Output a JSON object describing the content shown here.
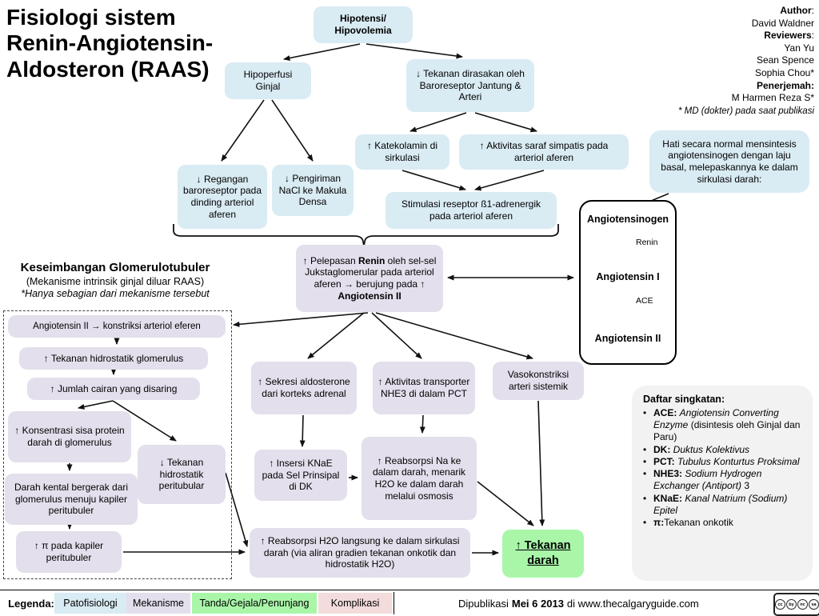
{
  "title": "Fisiologi sistem\nRenin-Angiotensin-\nAldosteron (RAAS)",
  "credits": {
    "lines": [
      {
        "b": "Author",
        "n": ":"
      },
      {
        "n": "David Waldner"
      },
      {
        "b": "Reviewers",
        "n": ":"
      },
      {
        "n": "Yan Yu"
      },
      {
        "n": "Sean Spence"
      },
      {
        "n": "Sophia Chou*"
      },
      {
        "b": "Penerjemah:"
      },
      {
        "n": "M Harmen Reza S*"
      },
      {
        "i": "* MD (dokter) pada saat publikasi"
      }
    ]
  },
  "flow": {
    "hipotensi": "Hipotensi/\nHipovolemia",
    "hipoperfusi": "Hipoperfusi\nGinjal",
    "tekanan_dirasakan": "↓ Tekanan dirasakan oleh Baroreseptor Jantung & Arteri",
    "katekolamin": "↑ Katekolamin di sirkulasi",
    "aktivitas_saraf": "↑ Aktivitas saraf simpatis pada arteriol aferen",
    "regangan": "↓ Regangan baroreseptor pada dinding arteriol aferen",
    "pengiriman": "↓ Pengiriman NaCl ke Makula Densa",
    "stimulasi": "Stimulasi reseptor ß1-adrenergik pada arteriol aferen",
    "hati_note": "Hati secara normal mensintesis angiotensinogen dengan laju basal, melepaskannya ke dalam sirkulasi darah:",
    "pelepasan": {
      "r1": "↑ Pelepasan ",
      "r2": "Renin",
      "r3": " oleh sel-sel Jukstaglomerular pada arteriol aferen → berujung pada ",
      "r4": "↑ Angiotensin II"
    },
    "cascade": {
      "angiotensinogen": "Angiotensinogen",
      "renin_label": "Renin",
      "angiotensin1": "Angiotensin I",
      "ace_label": "ACE",
      "angiotensin2": "Angiotensin II"
    },
    "sekresi": "↑ Sekresi aldosterone dari korteks adrenal",
    "nhe3": "↑ Aktivitas transporter NHE3 di dalam PCT",
    "vasokonstriksi": "Vasokonstriksi arteri sistemik",
    "insersi": "↑ Insersi KNaE pada Sel Prinsipal di DK",
    "reabsorpsi_na": "↑ Reabsorpsi Na ke dalam darah, menarik H2O ke dalam darah melalui osmosis",
    "reabsorpsi_h2o": "↑ Reabsorpsi H2O langsung ke dalam sirkulasi darah (via aliran gradien tekanan onkotik dan hidrostatik H2O)",
    "tekanan_darah": "↑ Tekanan darah"
  },
  "glomerulotubular": {
    "heading": "Keseimbangan Glomerulotubuler",
    "subheading": "(Mekanisme intrinsik ginjal diluar RAAS)",
    "note": "*Hanya sebagian dari mekanisme tersebut",
    "ang2_konstriksi": "Angiotensin II → konstriksi arteriol eferen",
    "tek_hidro_glom": "↑ Tekanan hidrostatik glomerulus",
    "jumlah_cairan": "↑ Jumlah cairan yang disaring",
    "konsentrasi": "↑ Konsentrasi sisa protein darah di glomerulus",
    "tek_hidro_peri": "↓ Tekanan hidrostatik peritubular",
    "darah_kental": "Darah kental bergerak dari glomerulus menuju kapiler peritubuler",
    "pi_kapiler": "↑ π pada kapiler peritubuler"
  },
  "abbreviations": {
    "heading": "Daftar singkatan:",
    "bullet": "•",
    "items": [
      {
        "term": "ACE: ",
        "it": "Angiotensin Converting Enzyme",
        "rest": " (disintesis oleh Ginjal dan Paru)"
      },
      {
        "term": "DK: ",
        "it": "Duktus Kolektivus",
        "rest": ""
      },
      {
        "term": "PCT: ",
        "it": "Tubulus Konturtus Proksimal",
        "rest": ""
      },
      {
        "term": "NHE3: ",
        "it": "Sodium Hydrogen Exchanger (Antiport)",
        "rest": " 3"
      },
      {
        "term": "KNaE: ",
        "it": "Kanal Natrium (Sodium) Epitel",
        "rest": ""
      },
      {
        "term": "π:",
        "it": "",
        "rest": "Tekanan onkotik"
      }
    ]
  },
  "legend": {
    "label": "Legenda:",
    "items": [
      {
        "label": "Patofisiologi",
        "color": "#d9ebf3"
      },
      {
        "label": "Mekanisme",
        "color": "#e4dfec"
      },
      {
        "label": "Tanda/Gejala/Penunjang",
        "color": "#a9f6a9"
      },
      {
        "label": "Komplikasi",
        "color": "#f3dcdb"
      }
    ],
    "published_prefix": "Dipublikasi",
    "published_date": "Mei 6 2013",
    "published_suffix": "di www.thecalgaryguide.com",
    "cc_letters": [
      "cc",
      "by",
      "nc",
      "sa"
    ]
  },
  "colors": {
    "patho": "#d9ebf3",
    "mech": "#e4dfec",
    "sign": "#a9f6a9",
    "comp": "#f3dcdb",
    "panel": "#f2f2f2"
  }
}
